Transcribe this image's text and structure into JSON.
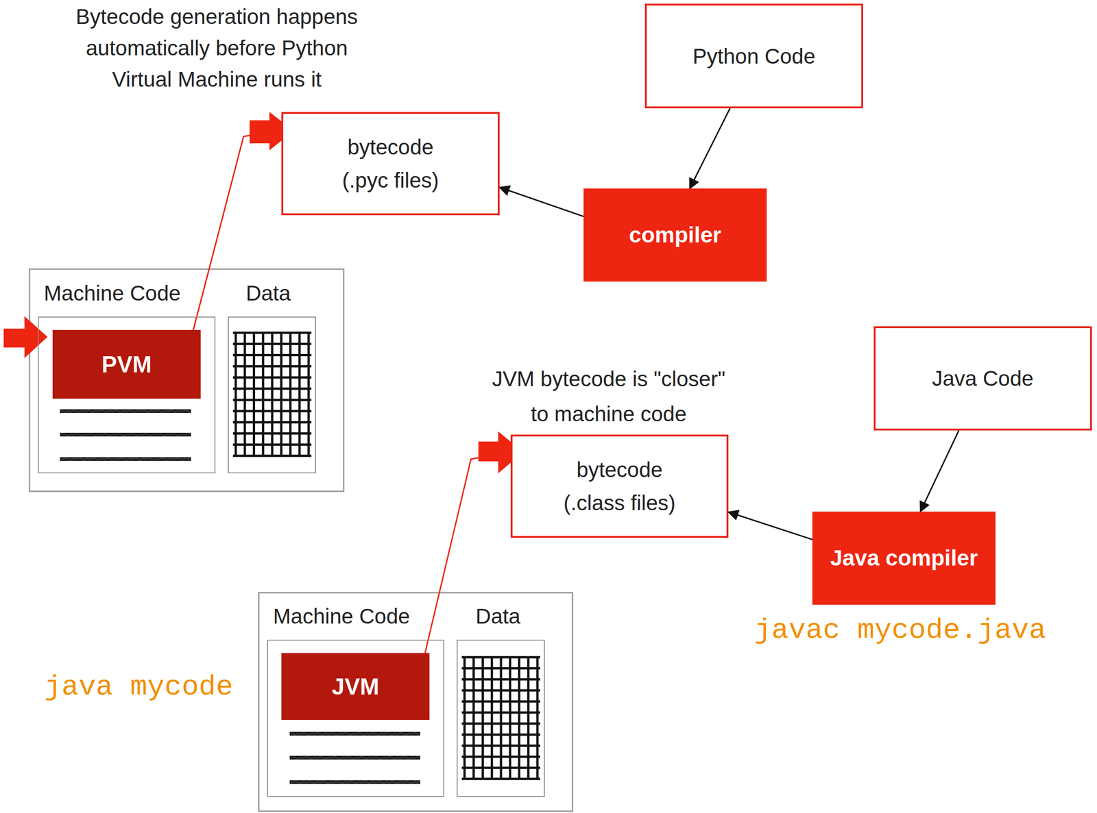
{
  "diagram": {
    "nodes": [
      {
        "text": [
          "Python Code"
        ]
      },
      {
        "text": [
          "compiler"
        ]
      },
      {
        "text": [
          "bytecode (.pyc files)"
        ]
      },
      {
        "text": [
          "Machine Code"
        ]
      },
      {
        "text": [
          "PVM"
        ],
        "in": 3
      },
      {
        "text": [
          "Data"
        ]
      },
      {
        "text": [
          "Java Code"
        ]
      },
      {
        "text": [
          "Java compiler"
        ]
      },
      {
        "text": [
          "bytecode (.class files)"
        ]
      },
      {
        "text": [
          "Machine Code"
        ]
      },
      {
        "text": [
          "JVM"
        ],
        "in": 9
      },
      {
        "text": [
          "Data"
        ]
      }
    ],
    "edges": [
      {
        "from": 0,
        "to": 1,
        "arrow": "to"
      },
      {
        "from": 1,
        "to": 2,
        "arrow": "to"
      },
      {
        "from": 4,
        "to": 2,
        "arrow": "none"
      },
      {
        "from": 6,
        "to": 7,
        "arrow": "to"
      },
      {
        "from": 7,
        "to": 8,
        "arrow": "to"
      },
      {
        "from": 10,
        "to": 8,
        "arrow": "none"
      }
    ],
    "labels": [
      "Bytecode generation happens automatically before Python Virtual Machine runs it",
      "JVM bytecode is \"closer\" to machine code",
      "javac mycode.java",
      "java mycode"
    ]
  }
}
